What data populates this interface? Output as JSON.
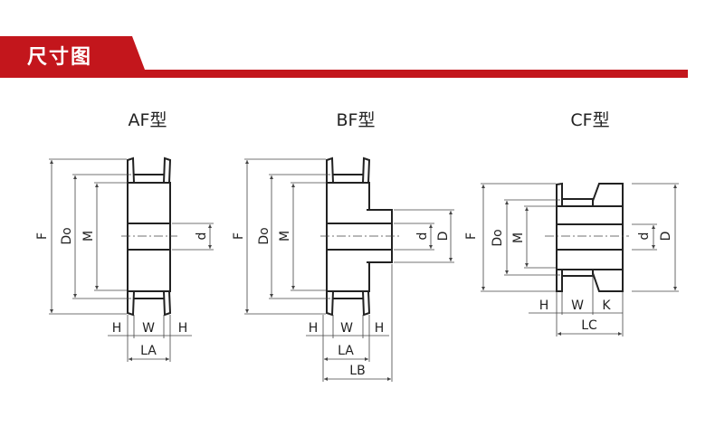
{
  "header": {
    "title": "尺寸图",
    "accent_color": "#c3161c"
  },
  "diagrams": [
    {
      "title": "AF型",
      "labels": {
        "F": "F",
        "Do": "Do",
        "M": "M",
        "d": "d",
        "H1": "H",
        "W": "W",
        "H2": "H",
        "LA": "LA"
      }
    },
    {
      "title": "BF型",
      "labels": {
        "F": "F",
        "Do": "Do",
        "M": "M",
        "d": "d",
        "D": "D",
        "H1": "H",
        "W": "W",
        "H2": "H",
        "LA": "LA",
        "LB": "LB"
      }
    },
    {
      "title": "CF型",
      "labels": {
        "F": "F",
        "Do": "Do",
        "M": "M",
        "d": "d",
        "D": "D",
        "H": "H",
        "W": "W",
        "K": "K",
        "LC": "LC"
      }
    }
  ]
}
